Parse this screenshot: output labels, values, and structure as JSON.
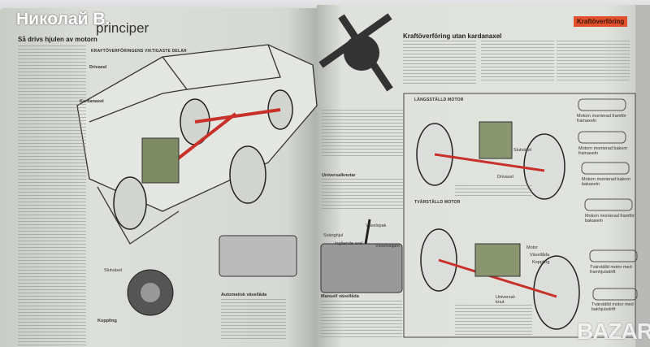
{
  "watermarks": {
    "seller": "Николай В.",
    "site": "BAZAR"
  },
  "left_page": {
    "title": "principer",
    "heading": "Så drivs hjulen av motorn",
    "diagram_title": "KRAFTÖVERFÖRINGENS VIKTIGASTE DELAR",
    "labels": {
      "drivaxel": "Drivaxel",
      "kardanaxel": "Kardanaxel",
      "koppling": "Koppling",
      "automatisk": "Automatisk växellåda",
      "manuell": "Manuell växellåda",
      "svanghjul": "Svänghjul",
      "ingaende": "Ingående axel",
      "vaxelspak": "Växelspak",
      "vaxelvaljare": "Växelväljare",
      "knutar": "Universalknutar",
      "slutvaxel": "Slutväxel"
    }
  },
  "right_page": {
    "section_badge": "Kraftöverföring",
    "heading": "Kraftöverföring utan kardanaxel",
    "longitudinal": "LÄNGSSTÄLLD MOTOR",
    "transverse": "TVÄRSTÄLLD MOTOR",
    "labels": {
      "motor": "Motor",
      "vaxellada": "Växellåda",
      "koppling": "Koppling",
      "drivaxel": "Drivaxel",
      "universal": "Universal-knut",
      "slutvaxel": "Slutväxel"
    },
    "car_captions": [
      "Motorn monterad framför framaxeln",
      "Motorn monterad bakom framaxeln",
      "Motorn monterad bakom bakaxeln",
      "Motorn monterad framför bakaxeln",
      "Tvärställd motor med framhjulsdrift",
      "Tvärställd motor med bakhjulsdrift"
    ]
  }
}
